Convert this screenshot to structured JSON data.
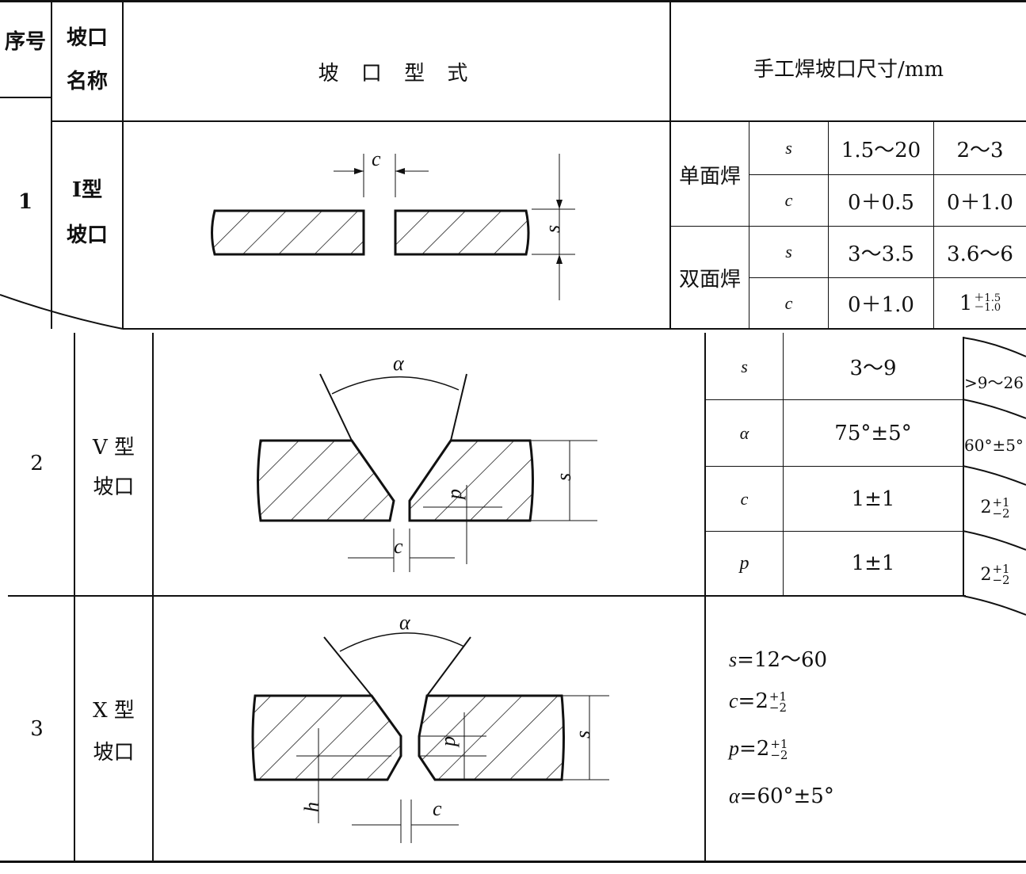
{
  "header": {
    "col_no": "序号",
    "col_name_1": "坡口",
    "col_name_2": "名称",
    "col_form": "坡 口 型 式",
    "col_size": "手工焊坡口尺寸/mm"
  },
  "rows": [
    {
      "no": "1",
      "name_1": "I型",
      "name_2": "坡口",
      "diagram_labels": {
        "c": "c",
        "s": "s"
      },
      "groups": [
        {
          "label": "单面焊",
          "params": [
            {
              "sym": "s",
              "v1": "1.5～20",
              "v2": "2～3"
            },
            {
              "sym": "c",
              "v1": "0＋0.5",
              "v2": "0＋1.0"
            }
          ]
        },
        {
          "label": "双面焊",
          "params": [
            {
              "sym": "s",
              "v1": "3～3.5",
              "v2": "3.6～6"
            },
            {
              "sym": "c",
              "v1": "0＋1.0",
              "v2_base": "1",
              "v2_sup": "＋1.5",
              "v2_sub": "－1.0"
            }
          ]
        }
      ]
    },
    {
      "no": "2",
      "name_1": "V 型",
      "name_2": "坡口",
      "diagram_labels": {
        "alpha": "α",
        "s": "s",
        "p": "p",
        "c": "c"
      },
      "params": [
        {
          "sym": "s",
          "v1": "3～9",
          "v2": ">9～26"
        },
        {
          "sym": "α",
          "v1": "75°±5°",
          "v2": "60°±5°"
        },
        {
          "sym": "c",
          "v1": "1±1",
          "v2_base": "2",
          "v2_sup": "+1",
          "v2_sub": "−2"
        },
        {
          "sym": "p",
          "v1": "1±1",
          "v2_base": "2",
          "v2_sup": "+1",
          "v2_sub": "−2"
        }
      ]
    },
    {
      "no": "3",
      "name_1": "X 型",
      "name_2": "坡口",
      "diagram_labels": {
        "alpha": "α",
        "s": "s",
        "p": "p",
        "c": "c",
        "h": "h"
      },
      "formulas": {
        "s": {
          "sym": "s",
          "eq": "=12～60"
        },
        "c": {
          "sym": "c",
          "eq": "=2",
          "sup": "+1",
          "sub": "−2"
        },
        "p": {
          "sym": "p",
          "eq": "=2",
          "sup": "+1",
          "sub": "−2"
        },
        "a": {
          "sym": "α",
          "eq": "=60°±5°"
        }
      }
    }
  ]
}
